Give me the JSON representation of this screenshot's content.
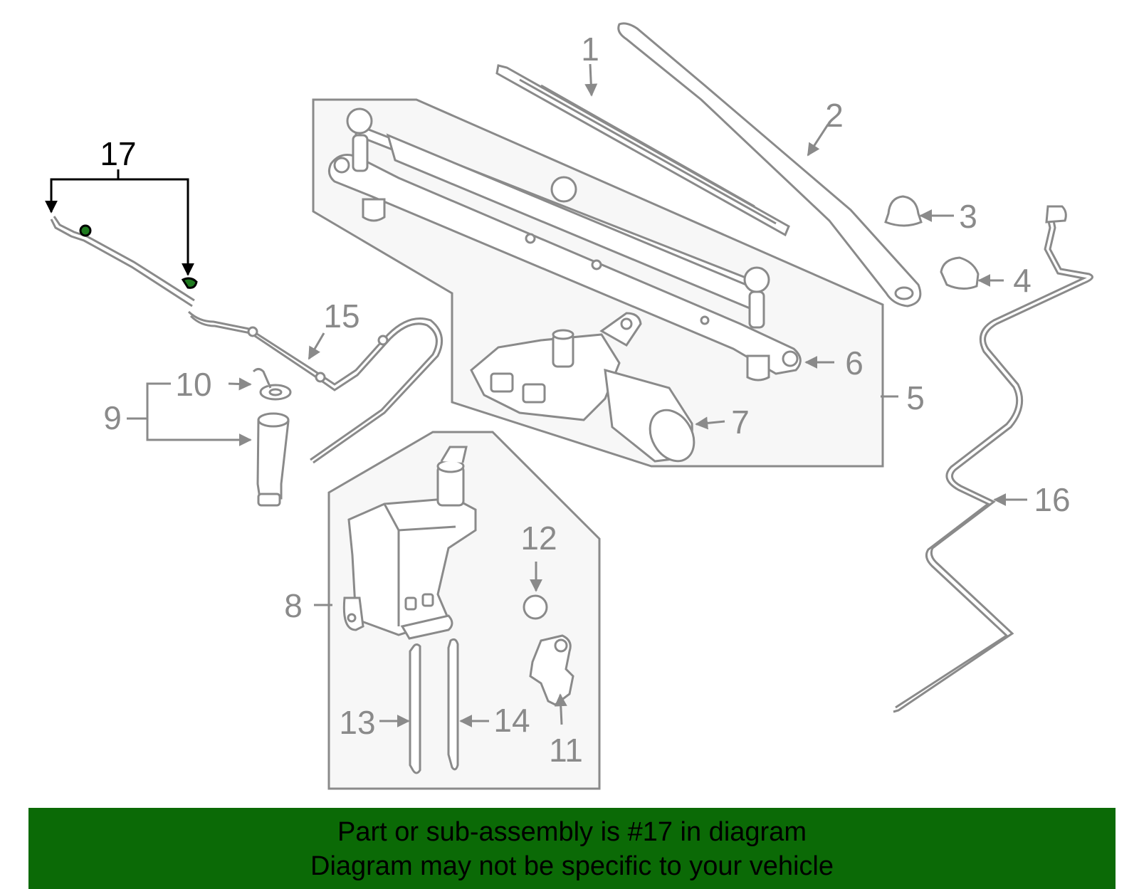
{
  "callouts": {
    "c1": "1",
    "c2": "2",
    "c3": "3",
    "c4": "4",
    "c5": "5",
    "c6": "6",
    "c7": "7",
    "c8": "8",
    "c9": "9",
    "c10": "10",
    "c11": "11",
    "c12": "12",
    "c13": "13",
    "c14": "14",
    "c15": "15",
    "c16": "16",
    "c17": "17"
  },
  "banner": {
    "line1": "Part or sub-assembly is #17 in diagram",
    "line2": "Diagram may not be specific to your vehicle"
  },
  "colors": {
    "line": "#8a8a8a",
    "highlight": "#000000",
    "banner_bg": "#0b6a06",
    "nozzle_dot": "#1f7a1f",
    "panel_fill": "#f7f7f7"
  }
}
